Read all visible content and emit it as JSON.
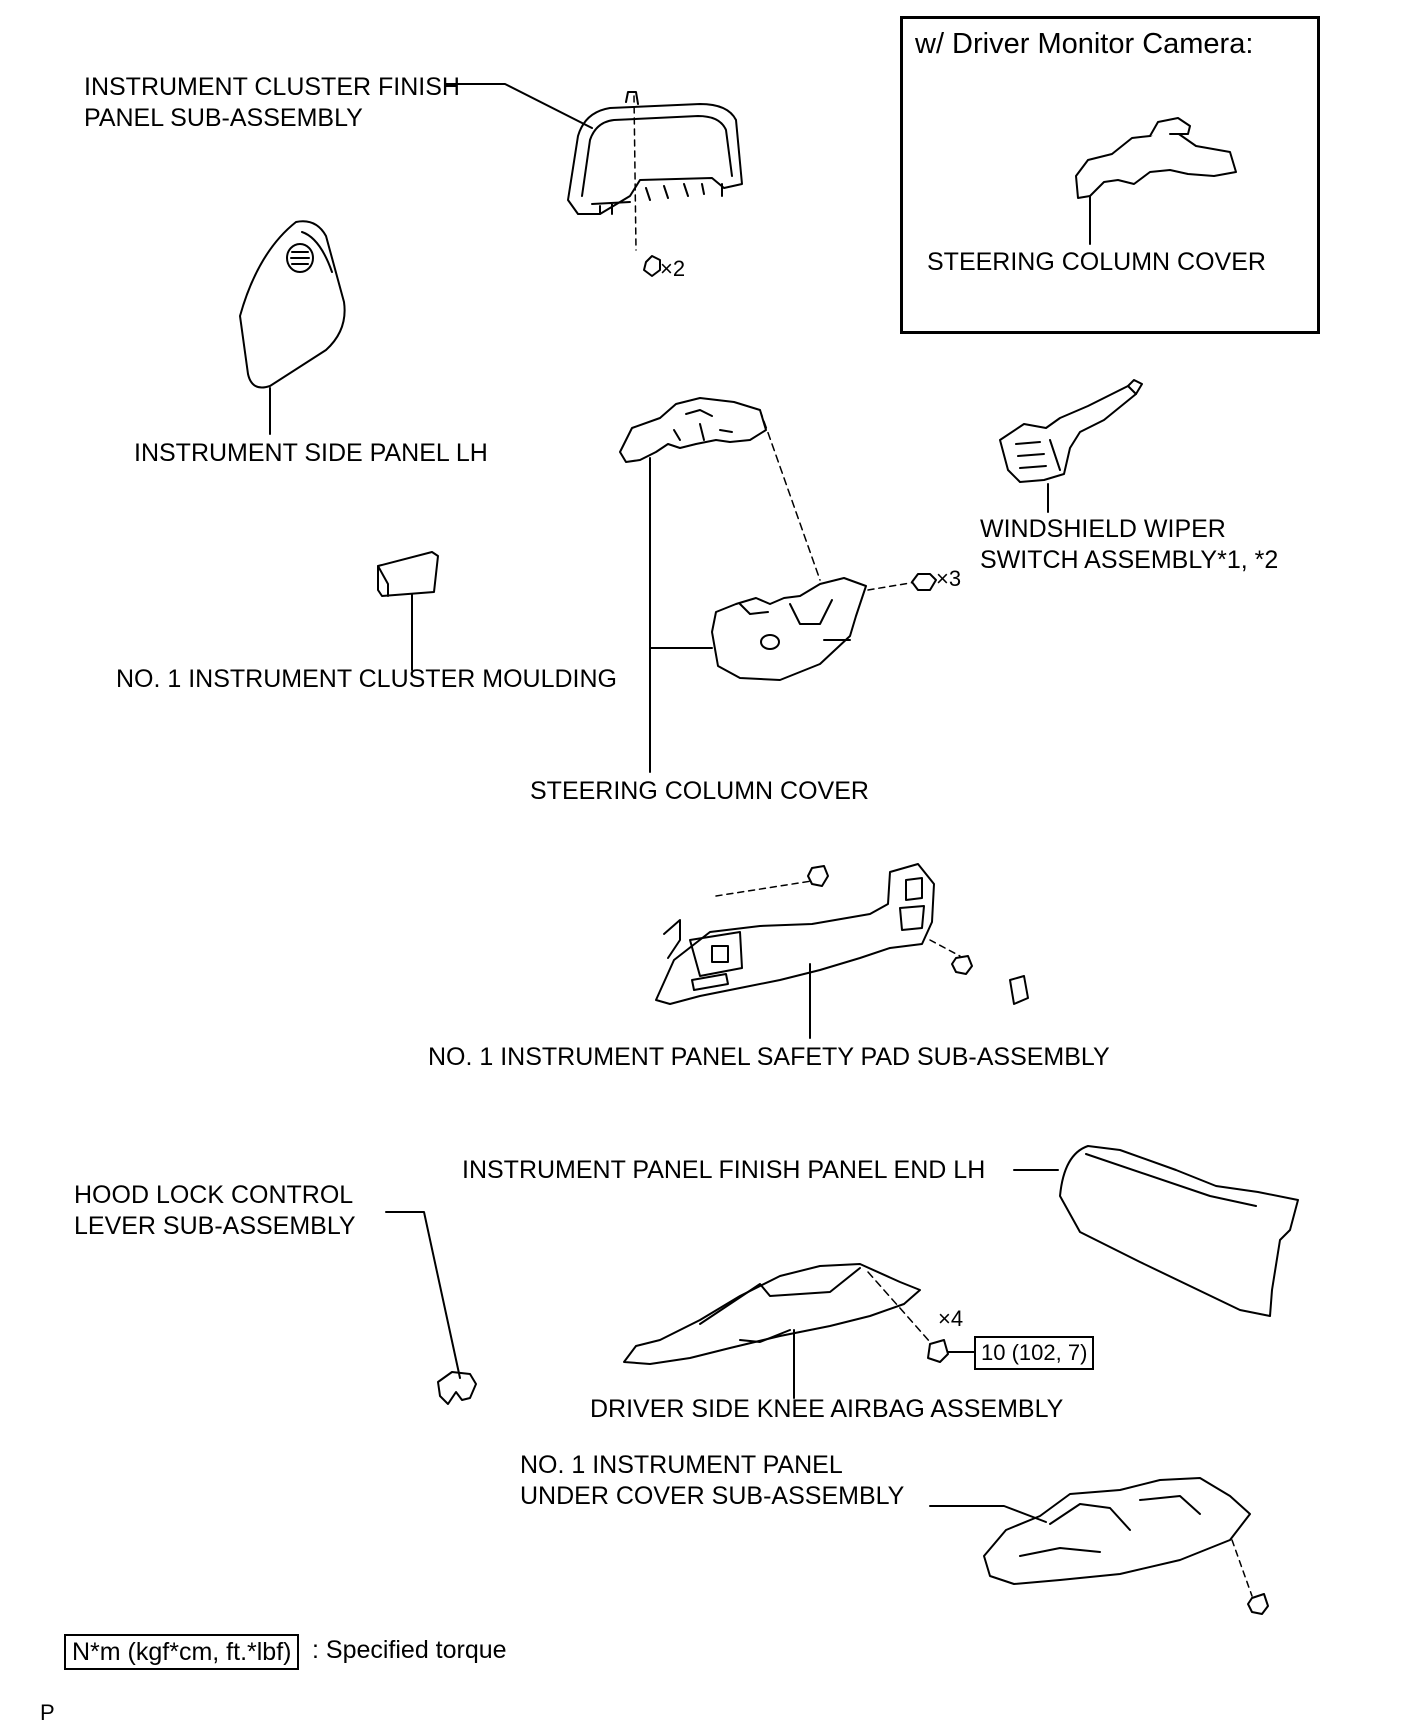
{
  "inset": {
    "title": "w/ Driver Monitor Camera:",
    "steering_column_cover": "STEERING COLUMN COVER"
  },
  "labels": {
    "instrument_cluster_finish_panel": [
      "INSTRUMENT CLUSTER FINISH",
      "PANEL SUB-ASSEMBLY"
    ],
    "instrument_side_panel_lh": "INSTRUMENT SIDE PANEL LH",
    "no1_instrument_cluster_moulding": "NO. 1 INSTRUMENT CLUSTER MOULDING",
    "steering_column_cover": "STEERING COLUMN COVER",
    "windshield_wiper_switch": [
      "WINDSHIELD WIPER",
      "SWITCH ASSEMBLY*1, *2"
    ],
    "no1_instrument_panel_safety_pad": "NO. 1 INSTRUMENT PANEL SAFETY PAD SUB-ASSEMBLY",
    "instrument_panel_finish_panel_end_lh": "INSTRUMENT PANEL FINISH PANEL END LH",
    "hood_lock_control_lever": [
      "HOOD LOCK CONTROL",
      "LEVER SUB-ASSEMBLY"
    ],
    "driver_side_knee_airbag": "DRIVER SIDE KNEE AIRBAG ASSEMBLY",
    "no1_instrument_panel_under_cover": [
      "NO. 1 INSTRUMENT PANEL",
      "UNDER COVER SUB-ASSEMBLY"
    ]
  },
  "quantities": {
    "cluster_clips": "×2",
    "column_cover_screws": "×3",
    "knee_airbag_bolts": "×4"
  },
  "torque": {
    "knee_airbag_bolts": "10 (102, 7)"
  },
  "legend": {
    "torque_units": "N*m (kgf*cm, ft.*lbf)",
    "description": ": Specified torque"
  },
  "corner_mark": "P"
}
